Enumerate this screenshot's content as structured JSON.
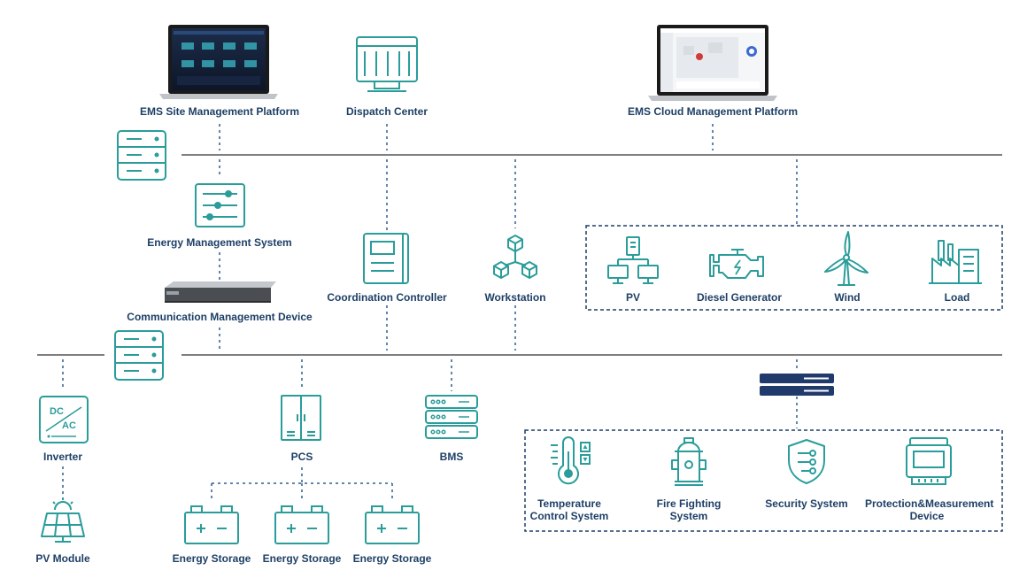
{
  "colors": {
    "icon_teal": "#2a9d9a",
    "label_navy": "#1e3f66",
    "bus_line": "#555555",
    "dash_blue": "#2f5f8f",
    "device_dark": "#1f3a6b"
  },
  "nodes": {
    "ems_site": "EMS Site Management Platform",
    "dispatch": "Dispatch Center",
    "ems_cloud": "EMS Cloud Management Platform",
    "ems": "Energy Management System",
    "comm_device": "Communication Management Device",
    "coord_controller": "Coordination Controller",
    "workstation": "Workstation",
    "pv": "PV",
    "diesel": "Diesel Generator",
    "wind": "Wind",
    "load": "Load",
    "inverter": "Inverter",
    "pv_module": "PV Module",
    "pcs": "PCS",
    "bms": "BMS",
    "storage_1": "Energy Storage",
    "storage_2": "Energy Storage",
    "storage_3": "Energy Storage",
    "temp_control": "Temperature Control System",
    "fire_fighting": "Fire Fighting System",
    "security": "Security System",
    "protection": "Protection&Measurement Device"
  },
  "icon_glyphs": {
    "inverter_dc": "DC",
    "inverter_ac": "AC"
  }
}
